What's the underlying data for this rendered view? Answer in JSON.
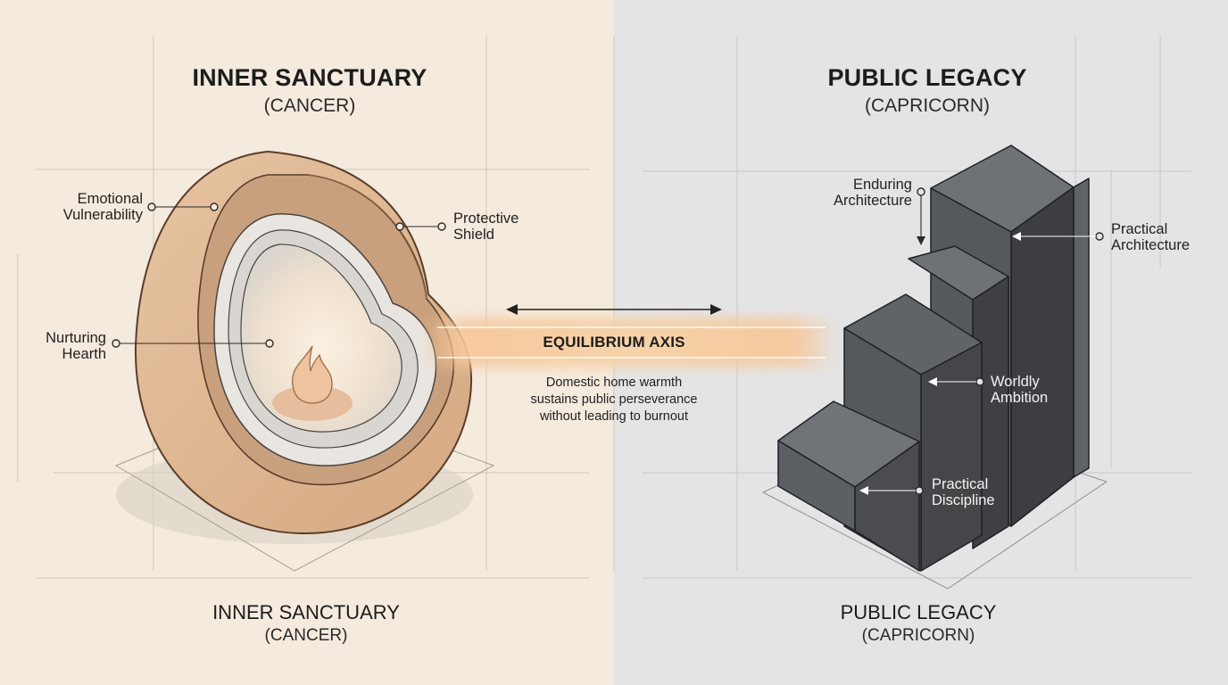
{
  "left": {
    "title": "INNER SANCTUARY",
    "subtitle": "(CANCER)",
    "footer_title": "INNER SANCTUARY",
    "footer_subtitle": "(CANCER)",
    "labels": {
      "emotional": [
        "Emotional",
        "Vulnerability"
      ],
      "protective": [
        "Protective",
        "Shield"
      ],
      "nurturing": [
        "Nurturing",
        "Hearth"
      ]
    },
    "colors": {
      "background": "#f4eadd",
      "shell": "#dfb995",
      "shell_inner": "#c99d78",
      "core": "#e9e6e1"
    }
  },
  "right": {
    "title": "PUBLIC LEGACY",
    "subtitle": "(CAPRICORN)",
    "footer_title": "PUBLIC LEGACY",
    "footer_subtitle": "(CAPRICORN)",
    "labels": {
      "enduring": [
        "Enduring",
        "Architecture"
      ],
      "practical_arch": [
        "Practical",
        "Architecture"
      ],
      "worldly": [
        "Worldly",
        "Ambition"
      ],
      "discipline": [
        "Practical",
        "Discipline"
      ]
    },
    "colors": {
      "background": "#e4e4e5",
      "block_front": "#4b4e53",
      "block_top": "#6e7276",
      "block_side": "#3a3c40"
    }
  },
  "center": {
    "axis_label": "EQUILIBRIUM AXIS",
    "description": [
      "Domestic home warmth",
      "sustains public perseverance",
      "without leading to burnout"
    ],
    "colors": {
      "glow": "#f5c89a"
    }
  }
}
